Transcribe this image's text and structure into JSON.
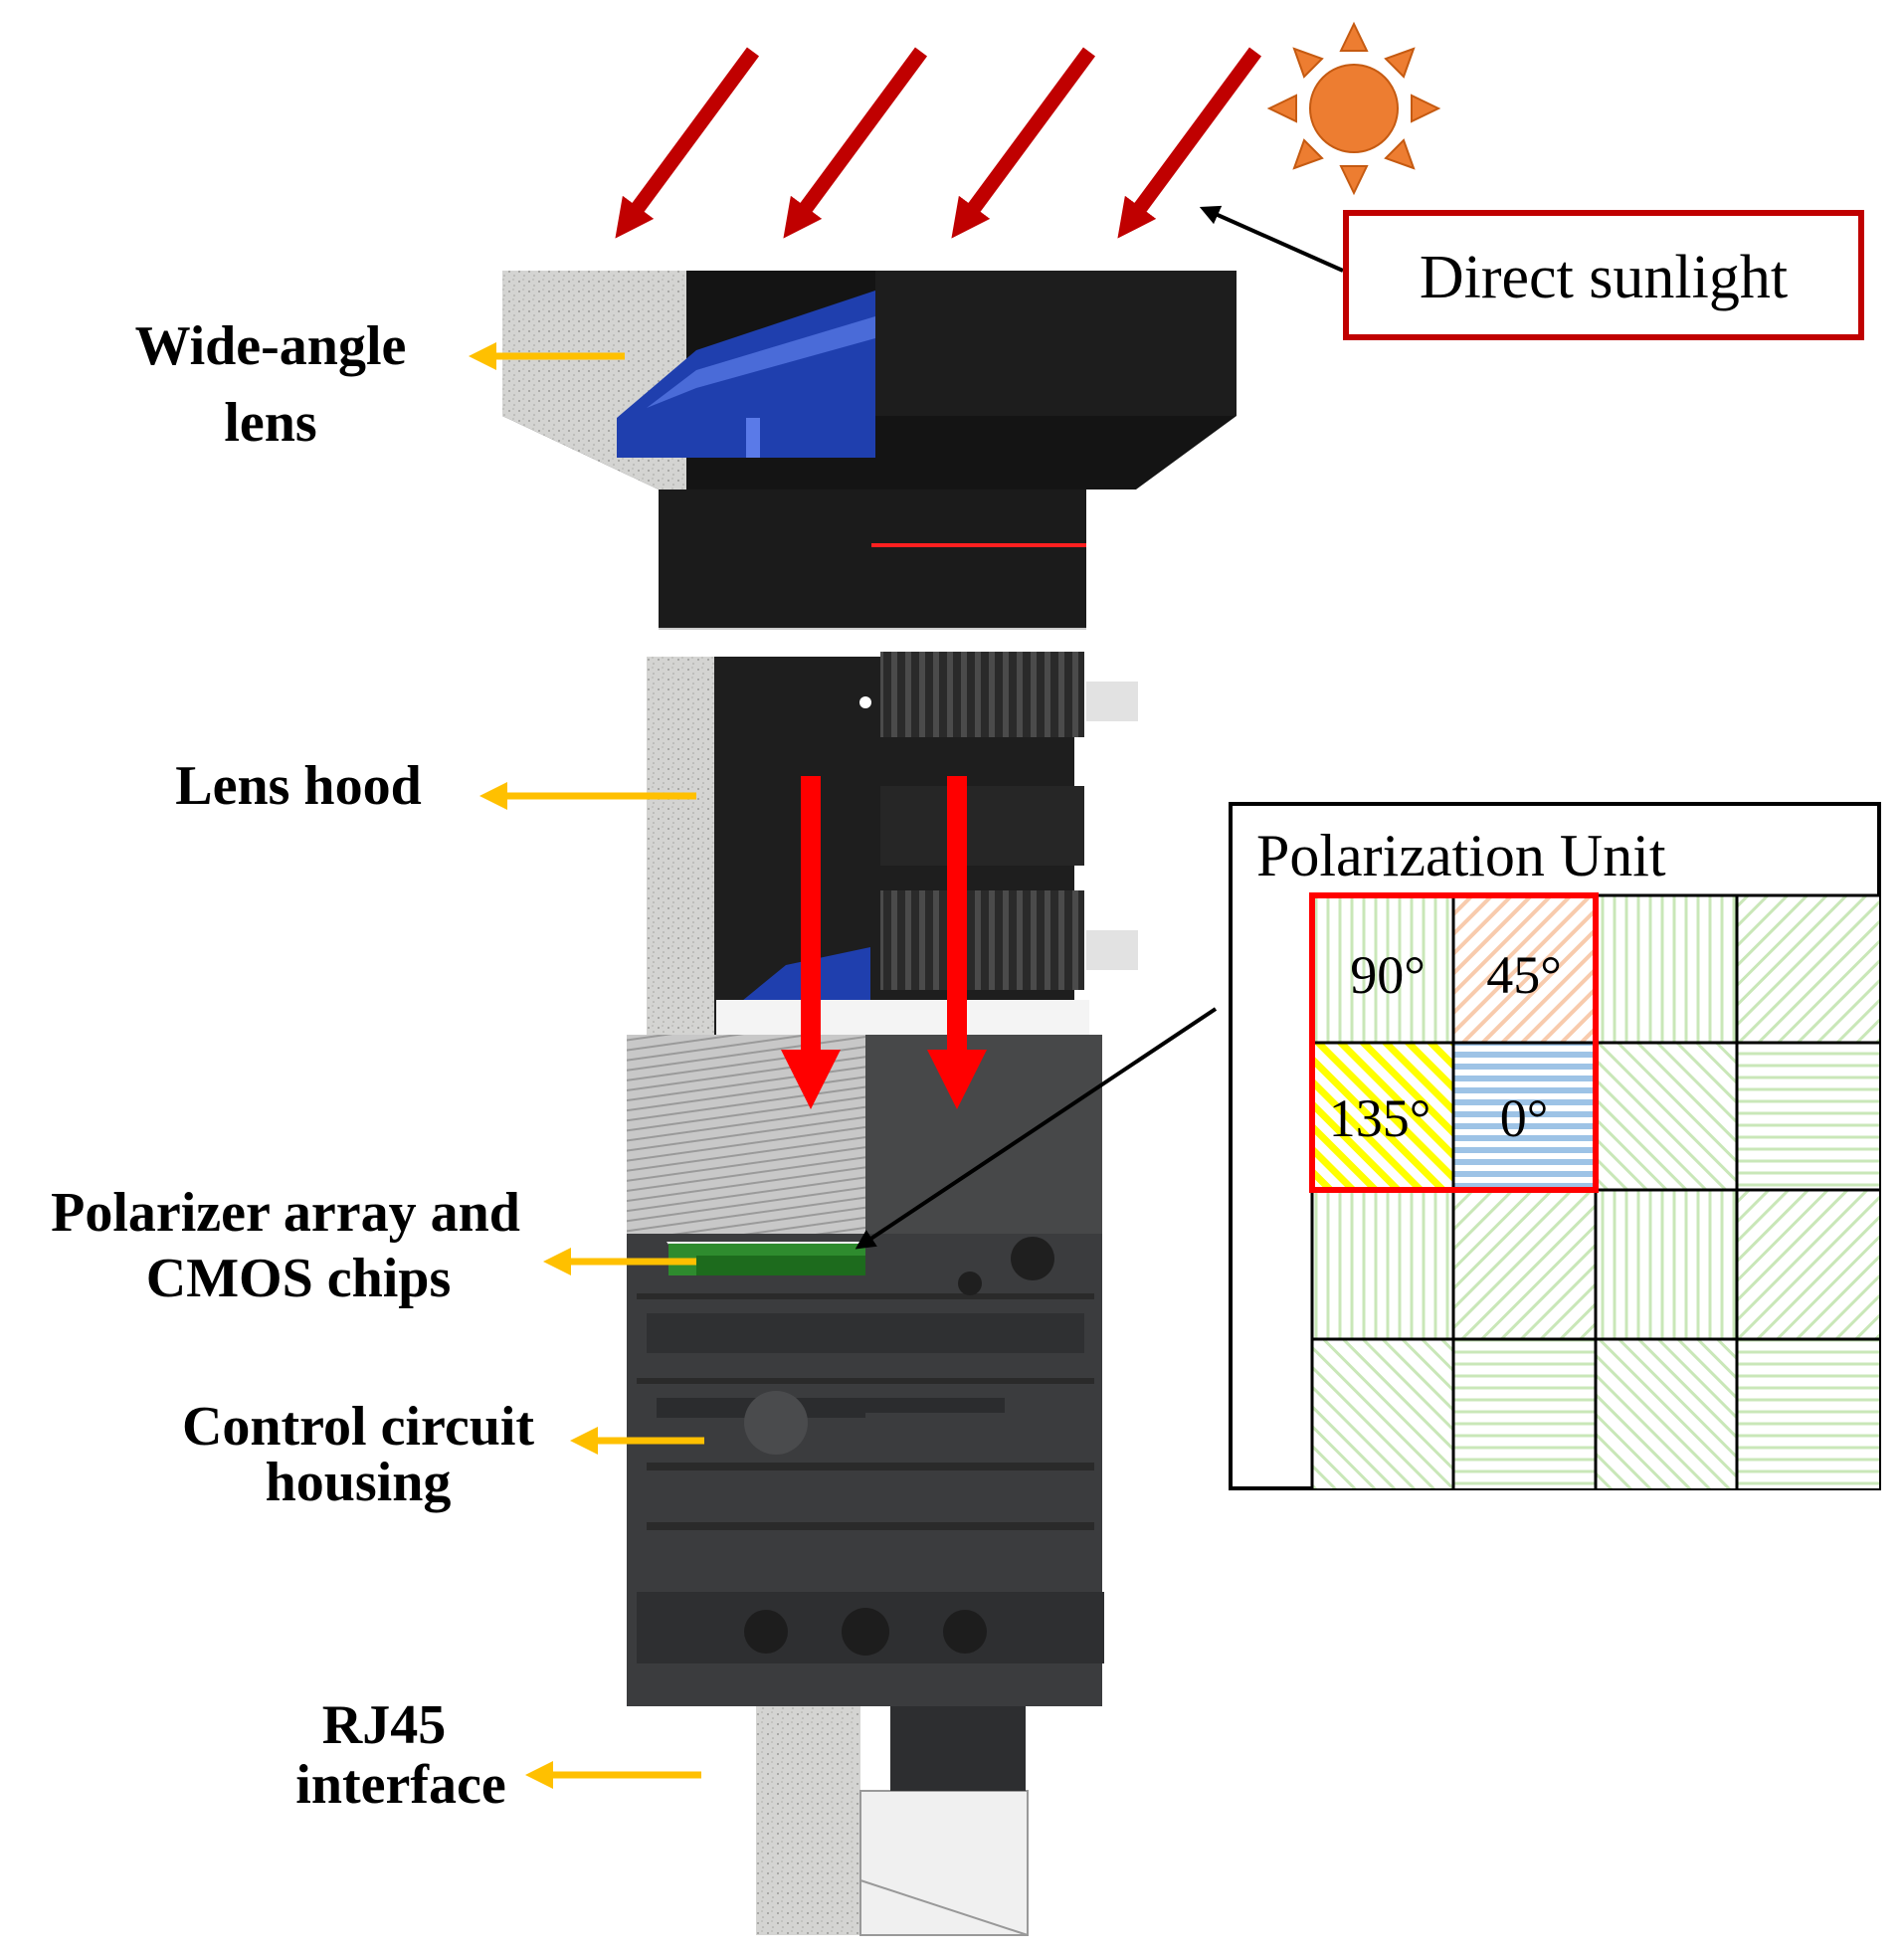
{
  "labels": {
    "wide_angle_line1": "Wide-angle",
    "wide_angle_line2": "lens",
    "lens_hood": "Lens hood",
    "polarizer_line1": "Polarizer array and",
    "polarizer_line2": "CMOS chips",
    "control_line1": "Control circuit",
    "control_line2": "housing",
    "rj45_line1": "RJ45",
    "rj45_line2": "interface"
  },
  "callout": {
    "direct_sunlight": "Direct sunlight"
  },
  "polarization_unit": {
    "title": "Polarization Unit",
    "angles": {
      "p90": "90°",
      "p45": "45°",
      "p135": "135°",
      "p0": "0°"
    }
  },
  "colors": {
    "sun_ray_arrow": "#c00000",
    "inner_ray_arrow": "#ff0000",
    "label_arrow": "#ffc000",
    "sun": "#ed7d31",
    "lens_blue": "#1f3fae",
    "unit_highlight": "#ff0000",
    "pattern_green": "#c9e7b8",
    "pattern_yellow": "#ffff00",
    "pattern_blue": "#9dc3e6",
    "pattern_pink": "#f8cbad"
  },
  "icons": [
    "sun-icon"
  ]
}
